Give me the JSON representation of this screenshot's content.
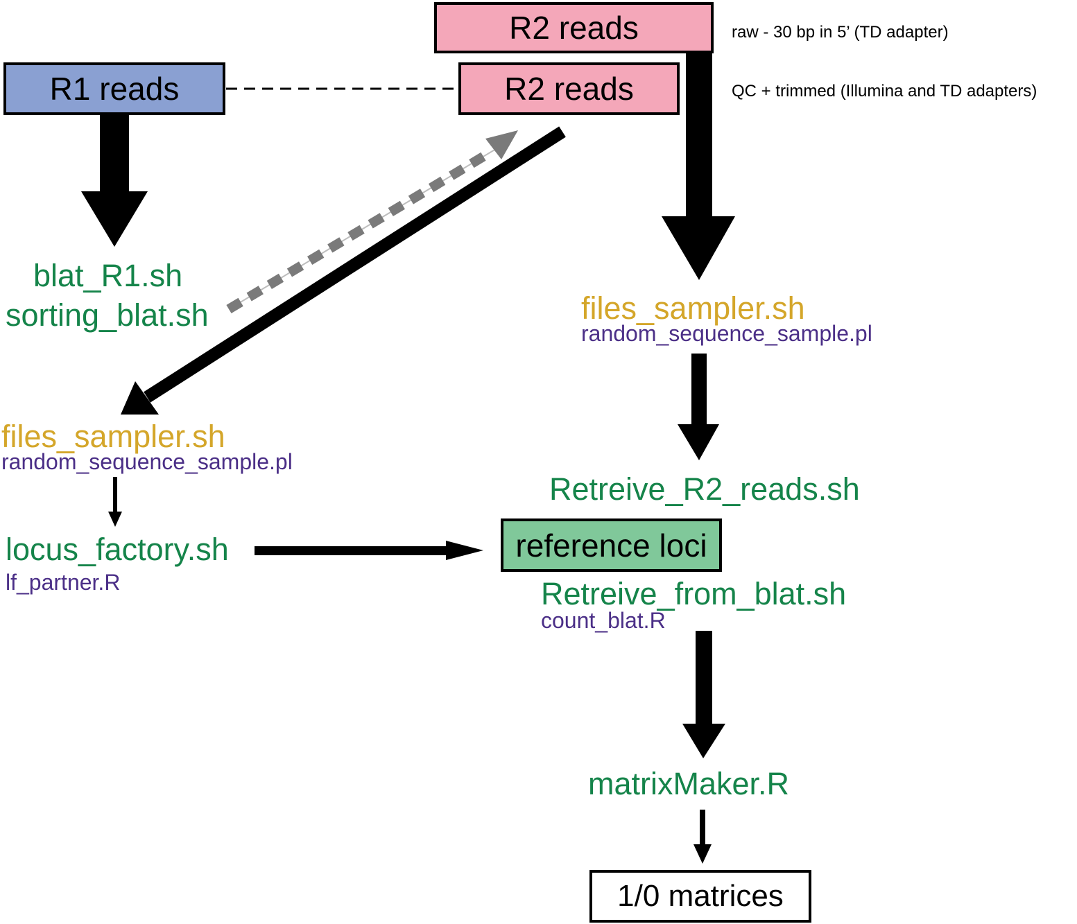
{
  "colors": {
    "r1_fill": "#8aa0d2",
    "r2_fill": "#f4a7b9",
    "reference_fill": "#80c89a",
    "script_green": "#15844a",
    "sampler_gold": "#d4a62a",
    "helper_purple": "#4b2f87",
    "dashed_gray": "#7a7a7a"
  },
  "boxes": {
    "r2_raw": "R2 reads",
    "r2_qc": "R2 reads",
    "r1": "R1 reads",
    "reference": "reference loci",
    "matrices": "1/0 matrices"
  },
  "notes": {
    "raw": "raw - 30 bp in 5’ (TD adapter)",
    "qc": "QC + trimmed (Illumina and TD adapters)"
  },
  "left_branch": {
    "blat_r1": "blat_R1.sh",
    "sorting_blat": "sorting_blat.sh",
    "files_sampler": "files_sampler.sh",
    "random_sequence_sample": "random_sequence_sample.pl",
    "locus_factory": "locus_factory.sh",
    "lf_partner": "lf_partner.R"
  },
  "right_branch": {
    "files_sampler": "files_sampler.sh",
    "random_sequence_sample": "random_sequence_sample.pl",
    "retreive_r2": "Retreive_R2_reads.sh",
    "retreive_from_blat": "Retreive_from_blat.sh",
    "count_blat": "count_blat.R",
    "matrix_maker": "matrixMaker.R"
  }
}
